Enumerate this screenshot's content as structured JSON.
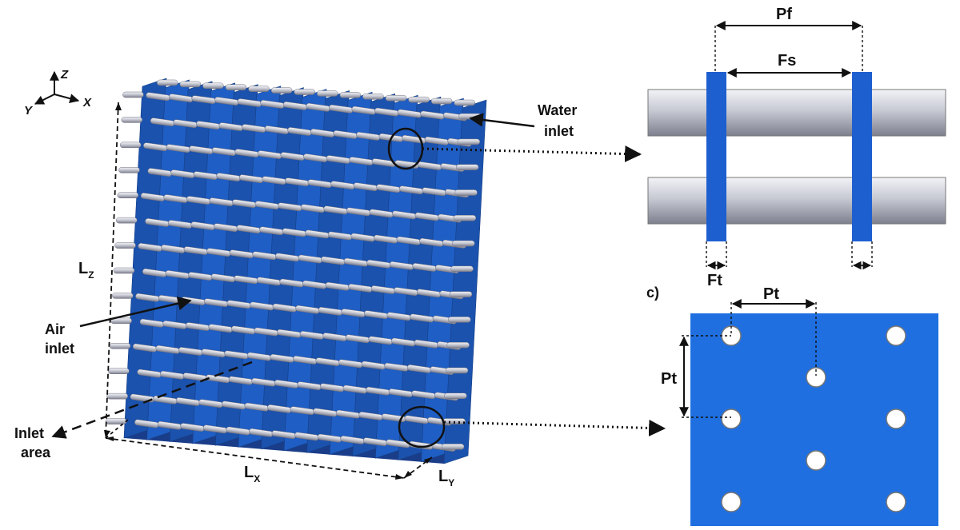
{
  "axes": {
    "z": "Z",
    "y": "Y",
    "x": "X"
  },
  "labels": {
    "water_inlet": [
      "Water",
      "inlet"
    ],
    "air_inlet": [
      "Air",
      "inlet"
    ],
    "inlet_area": [
      "Inlet",
      "area"
    ],
    "lz": {
      "main": "L",
      "sub": "Z"
    },
    "lx": {
      "main": "L",
      "sub": "X"
    },
    "ly": {
      "main": "L",
      "sub": "Y"
    },
    "pf": "Pf",
    "fs": "Fs",
    "ft": "Ft",
    "panel_c": "c)",
    "pt_horizontal": "Pt",
    "pt_vertical": "Pt"
  },
  "colors": {
    "fin_blue": "#1e5fc2",
    "fin_dark": "#1a3d8a",
    "tube_light": "#d4d6de",
    "tube_dark": "#8c8e9c",
    "plate_blue": "#1f6fe0"
  }
}
